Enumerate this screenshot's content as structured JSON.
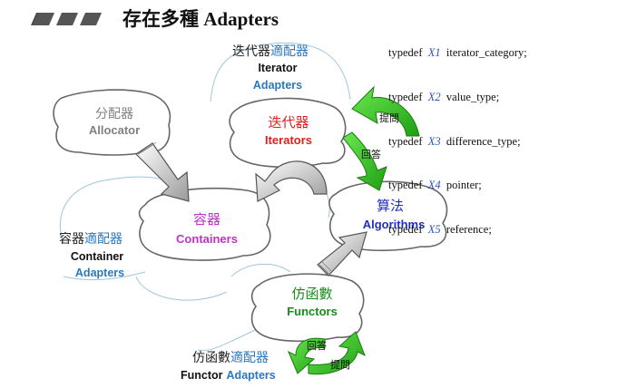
{
  "title": "存在多種 Adapters",
  "typedefs": [
    {
      "keyword": "typedef",
      "param": "X1",
      "name": "iterator_category;"
    },
    {
      "keyword": "typedef",
      "param": "X2",
      "name": "value_type;"
    },
    {
      "keyword": "typedef",
      "param": "X3",
      "name": "difference_type;"
    },
    {
      "keyword": "typedef",
      "param": "X4",
      "name": "pointer;"
    },
    {
      "keyword": "typedef",
      "param": "X5",
      "name": "reference;"
    }
  ],
  "allocator": {
    "zh": "分配器",
    "en": "Allocator"
  },
  "iterators": {
    "zh": "迭代器",
    "en": "Iterators"
  },
  "containers": {
    "zh": "容器",
    "en": "Containers"
  },
  "algorithms": {
    "zh": "算法",
    "en": "Algorithms"
  },
  "functors": {
    "zh": "仿函數",
    "en": "Functors"
  },
  "iterator_adapters": {
    "zh_a": "迭代器",
    "zh_b": "適配器",
    "en_a": "Iterator",
    "en_b": "Adapters"
  },
  "container_adapters": {
    "zh_a": "容器",
    "zh_b": "適配器",
    "en_a": "Container",
    "en_b": "Adapters"
  },
  "functor_adapters": {
    "zh_a": "仿函數",
    "zh_b": "適配器",
    "en_a": "Functor",
    "en_b": "Adapters"
  },
  "ask_label": "提問",
  "answer_label": "回答",
  "colors": {
    "gray": "#808080",
    "red": "#e02020",
    "magenta": "#c030c8",
    "blue": "#2030c0",
    "green": "#1a8a1a",
    "adapter_blue": "#2a78c0",
    "arrow_green": "#33cc22"
  }
}
